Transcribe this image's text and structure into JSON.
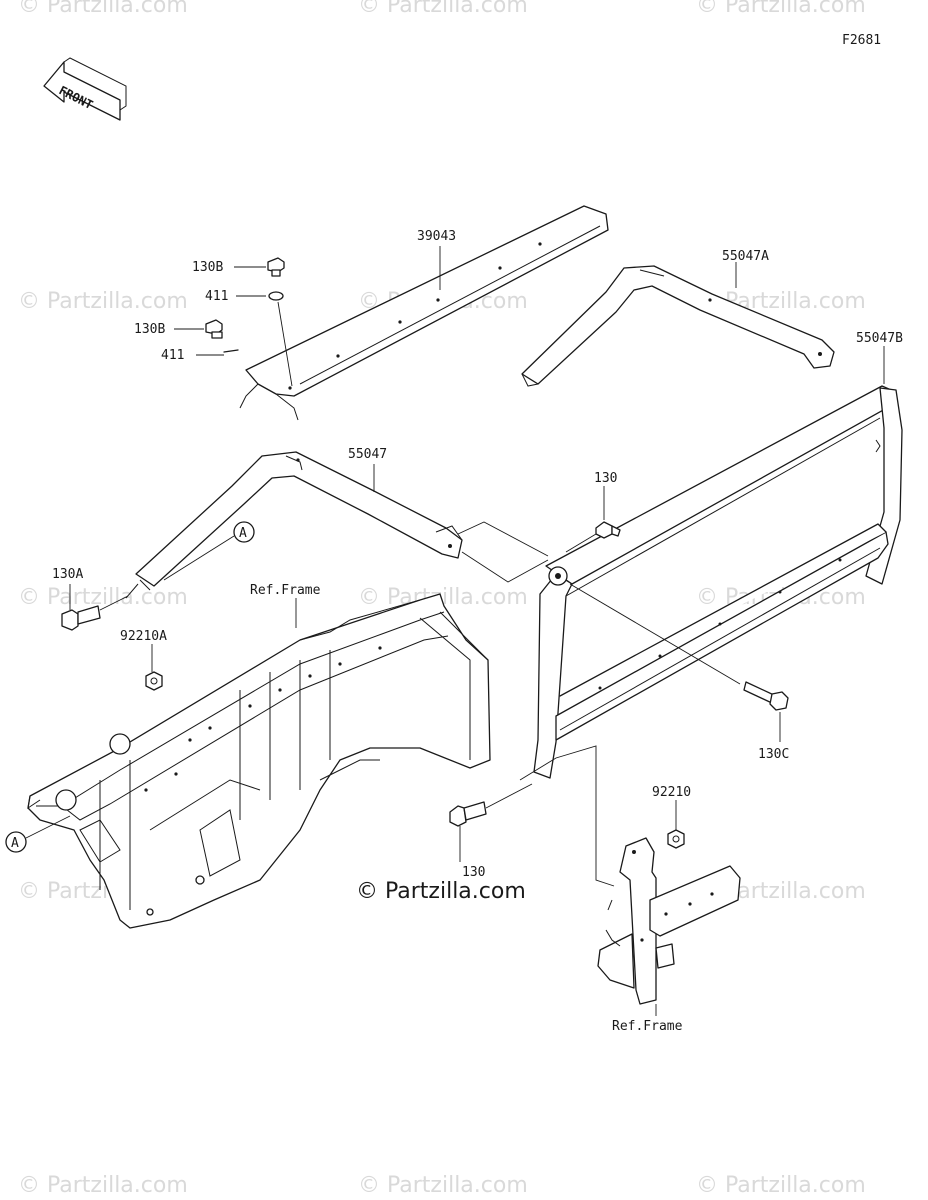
{
  "diagram": {
    "figure_code": "F2681",
    "front_label": "FRONT",
    "ref_marker": "A",
    "parts": [
      {
        "id": "p39043",
        "number": "39043"
      },
      {
        "id": "p130B_1",
        "number": "130B"
      },
      {
        "id": "p411_1",
        "number": "411"
      },
      {
        "id": "p130B_2",
        "number": "130B"
      },
      {
        "id": "p411_2",
        "number": "411"
      },
      {
        "id": "p55047",
        "number": "55047"
      },
      {
        "id": "p55047A",
        "number": "55047A"
      },
      {
        "id": "p55047B",
        "number": "55047B"
      },
      {
        "id": "p130",
        "number": "130"
      },
      {
        "id": "p130A",
        "number": "130A"
      },
      {
        "id": "p92210A",
        "number": "92210A"
      },
      {
        "id": "pRefFrame1",
        "number": "Ref.Frame"
      },
      {
        "id": "p130C",
        "number": "130C"
      },
      {
        "id": "p92210",
        "number": "92210"
      },
      {
        "id": "p130D",
        "number": "130"
      },
      {
        "id": "pRefFrame2",
        "number": "Ref.Frame"
      }
    ]
  },
  "watermark": {
    "text": "© Partzilla.com"
  }
}
